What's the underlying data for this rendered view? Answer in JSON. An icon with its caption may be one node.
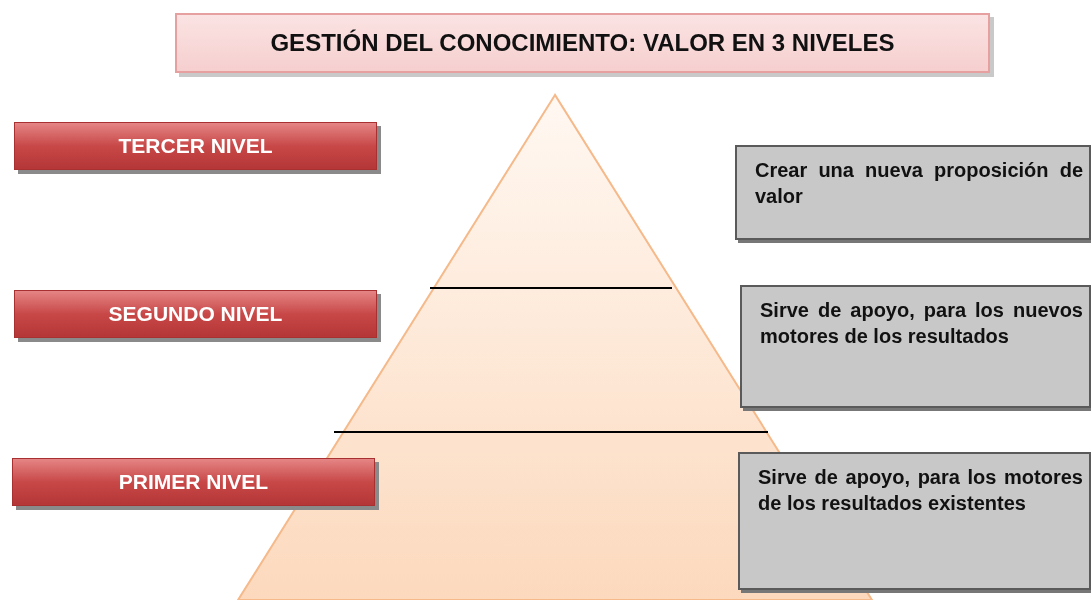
{
  "diagram": {
    "title": "GESTIÓN DEL CONOCIMIENTO: VALOR EN 3 NIVELES",
    "nodes": [
      {
        "text": [
          "TERCER NIVEL"
        ]
      },
      {
        "text": [
          "Crear una nueva proposición de valor"
        ]
      },
      {
        "text": [
          "SEGUNDO NIVEL"
        ]
      },
      {
        "text": [
          "Sirve de apoyo, para los nuevos motores de los resultados"
        ]
      },
      {
        "text": [
          "PRIMER NIVEL"
        ]
      },
      {
        "text": [
          "Sirve de apoyo, para los motores de los resultados existentes"
        ]
      }
    ]
  }
}
